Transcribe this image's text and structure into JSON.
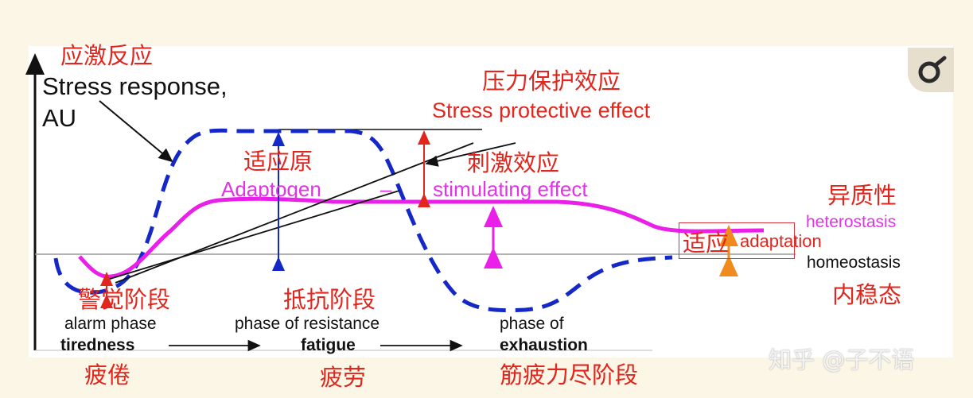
{
  "labels": {
    "cn_stress": "应激反应",
    "stress_line1": "Stress response,",
    "stress_line2": "AU",
    "cn_protective": "压力保护效应",
    "protective": "Stress protective effect",
    "cn_adaptogen": "适应原",
    "adaptogen": "Adaptogen",
    "dash": "–",
    "cn_stimulating": "刺激效应",
    "stimulating": "stimulating effect",
    "cn_heterostasis": "异质性",
    "heterostasis": "heterostasis",
    "cn_adaptation": "适应",
    "adaptation": "adaptation",
    "homeostasis": "homeostasis",
    "cn_homeostasis": "内稳态",
    "cn_alarm": "警觉阶段",
    "alarm": "alarm phase",
    "cn_resistance": "抵抗阶段",
    "resistance": "phase of resistance",
    "exhaustion_line1": "phase of",
    "cn_tiredness": "疲倦",
    "tiredness": "tiredness",
    "cn_fatigue": "疲劳",
    "fatigue": "fatigue",
    "cn_exhaustion": "筋疲力尽阶段",
    "exhaustion": "exhaustion"
  },
  "watermark": "知乎 @子不语",
  "icons": {
    "corner": "zhihu-logo-icon"
  },
  "colors": {
    "dashed_curve": "#1428c8",
    "stimulated_curve": "#ea1fea",
    "annotation_red": "#e0261d",
    "background": "#fcf6e6",
    "panel": "#ffffff"
  }
}
